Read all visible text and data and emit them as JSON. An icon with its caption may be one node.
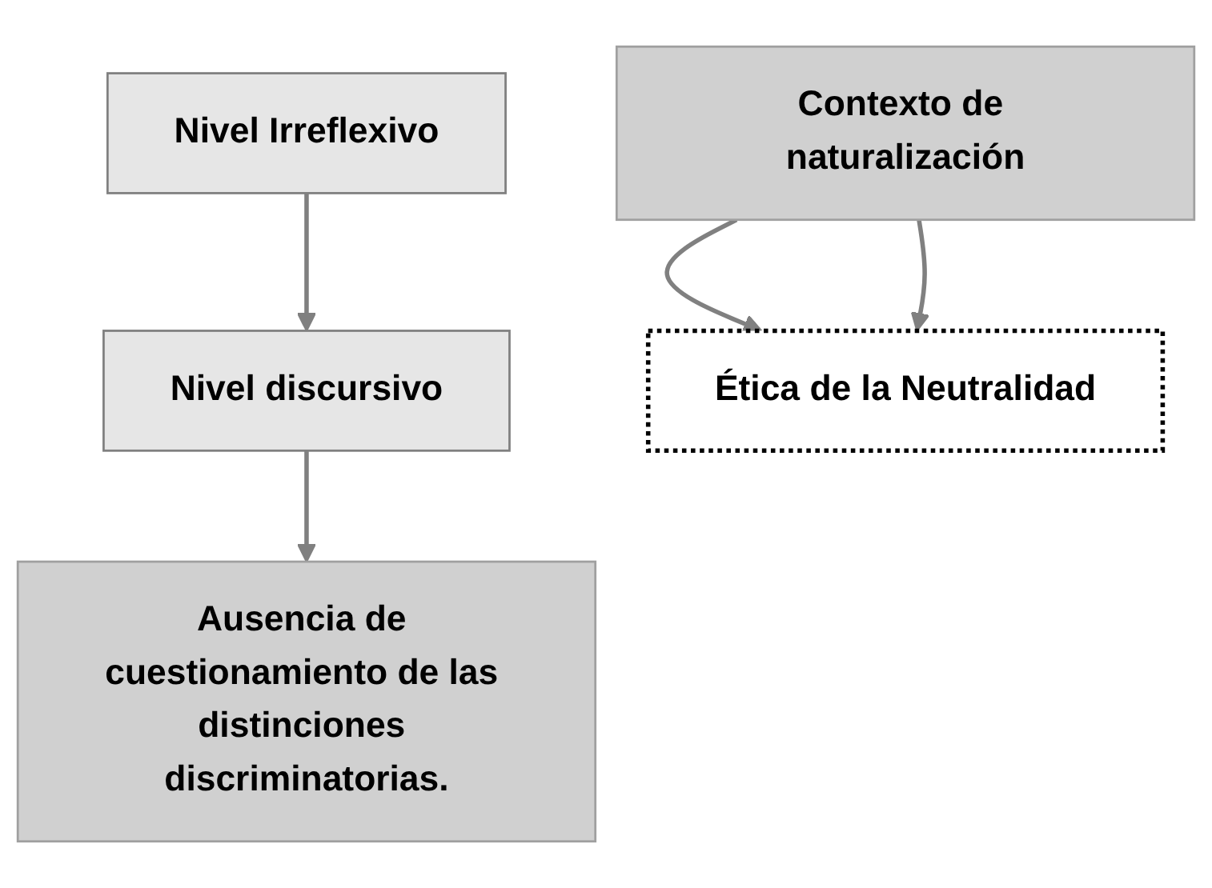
{
  "diagram": {
    "nodes": [
      {
        "text": [
          "Nivel Irreflexivo"
        ]
      },
      {
        "text": [
          "Nivel discursivo"
        ]
      },
      {
        "text": [
          "Contexto de naturalización"
        ]
      },
      {
        "text": [
          "Ética de la Neutralidad"
        ]
      },
      {
        "text": [
          "Ausencia de cuestionamiento de las distinciones discriminatorias."
        ]
      }
    ],
    "edges": [
      {
        "from": 0,
        "to": 1,
        "arrow": "to"
      },
      {
        "from": 1,
        "to": 4,
        "arrow": "to"
      },
      {
        "from": 2,
        "to": 3,
        "arrow": "to"
      },
      {
        "from": 2,
        "to": 3,
        "arrow": "to"
      }
    ]
  }
}
